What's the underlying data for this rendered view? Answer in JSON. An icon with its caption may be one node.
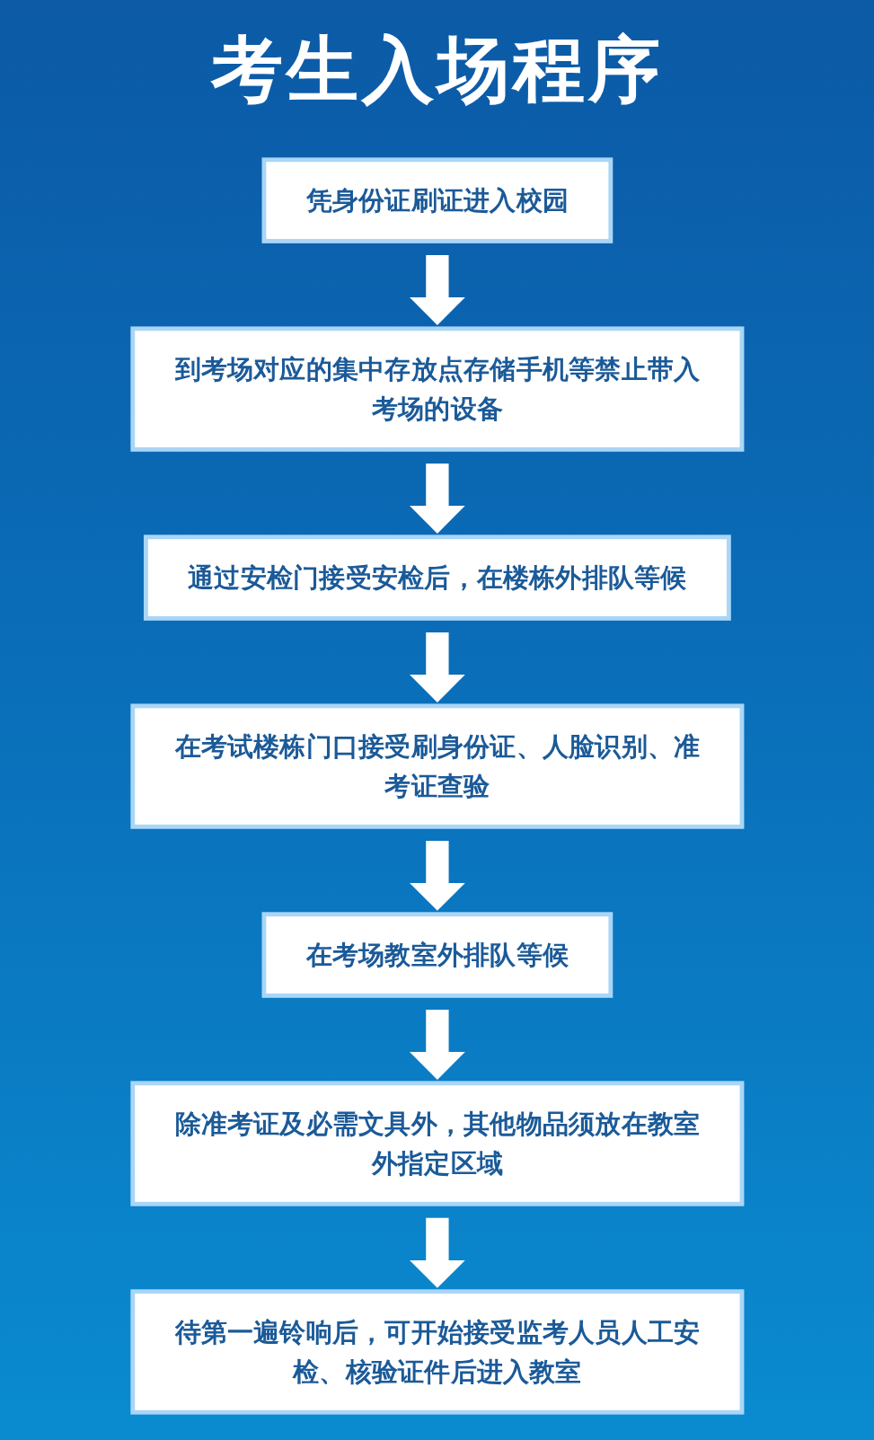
{
  "diagram": {
    "title": "考生入场程序",
    "nodes": [
      {
        "text": [
          "凭身份证刷证进入校园"
        ]
      },
      {
        "text": [
          "到考场对应的集中存放点存储手机等禁止带入考场的设备"
        ]
      },
      {
        "text": [
          "通过安检门接受安检后，在楼栋外排队等候"
        ]
      },
      {
        "text": [
          "在考试楼栋门口接受刷身份证、人脸识别、准考证查验"
        ]
      },
      {
        "text": [
          "在考场教室外排队等候"
        ]
      },
      {
        "text": [
          "除准考证及必需文具外，其他物品须放在教室外指定区域"
        ]
      },
      {
        "text": [
          "待第一遍铃响后，可开始接受监考人员人工安检、核验证件后进入教室"
        ]
      }
    ],
    "edges": [
      {
        "from": 0,
        "to": 1,
        "arrow": "to"
      },
      {
        "from": 1,
        "to": 2,
        "arrow": "to"
      },
      {
        "from": 2,
        "to": 3,
        "arrow": "to"
      },
      {
        "from": 3,
        "to": 4,
        "arrow": "to"
      },
      {
        "from": 4,
        "to": 5,
        "arrow": "to"
      },
      {
        "from": 5,
        "to": 6,
        "arrow": "to"
      }
    ]
  }
}
